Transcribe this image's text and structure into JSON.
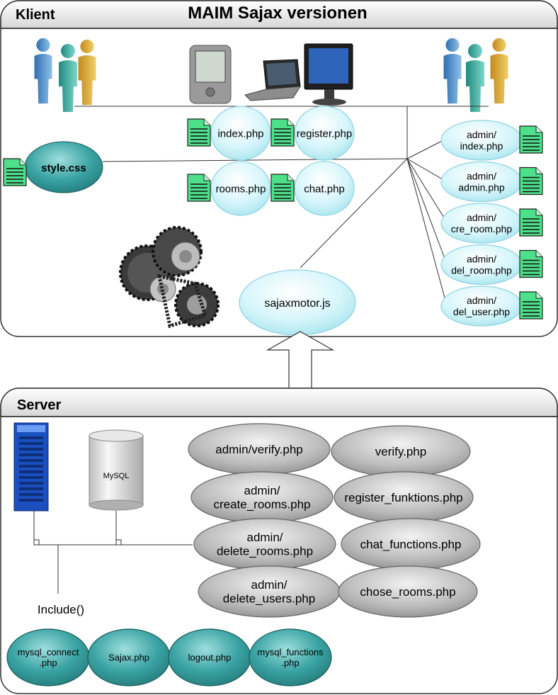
{
  "title": "MAIM Sajax versionen",
  "client": {
    "label": "Klient",
    "devices": [
      "pda-icon",
      "laptop-icon",
      "monitor-icon"
    ],
    "style_node": "style.css",
    "pages": [
      [
        "index.php"
      ],
      [
        "register.php"
      ],
      [
        "rooms.php"
      ],
      [
        "chat.php"
      ]
    ],
    "admin_pages": [
      [
        "admin/",
        "index.php"
      ],
      [
        "admin/",
        "admin.php"
      ],
      [
        "admin/",
        "cre_room.php"
      ],
      [
        "admin/",
        "del_room.php"
      ],
      [
        "admin/",
        "del_user.php"
      ]
    ],
    "engine_node": "sajaxmotor.js"
  },
  "server": {
    "label": "Server",
    "database": "MySQL",
    "include_label": "Include()",
    "admin_scripts": [
      [
        "admin/verify.php"
      ],
      [
        "admin/",
        "create_rooms.php"
      ],
      [
        "admin/",
        "delete_rooms.php"
      ],
      [
        "admin/",
        "delete_users.php"
      ]
    ],
    "scripts": [
      [
        "verify.php"
      ],
      [
        "register_funktions.php"
      ],
      [
        "chat_functions.php"
      ],
      [
        "chose_rooms.php"
      ]
    ],
    "includes": [
      [
        "mysql_connect",
        ".php"
      ],
      [
        "Sajax.php"
      ],
      [
        "logout.php"
      ],
      [
        "mysql_functions",
        ".php"
      ]
    ]
  },
  "colors": {
    "client_node": "#b8ecf4",
    "teal_node": "#2f8f8f",
    "server_node": "#a6a6a6",
    "doc_icon": "#4de08a"
  }
}
